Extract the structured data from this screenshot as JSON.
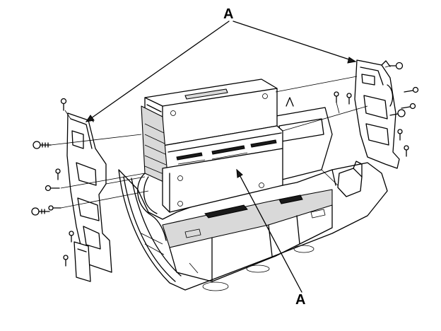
{
  "diagram": {
    "callouts": [
      {
        "id": "top",
        "label": "A"
      },
      {
        "id": "bottom",
        "label": "A"
      }
    ]
  }
}
